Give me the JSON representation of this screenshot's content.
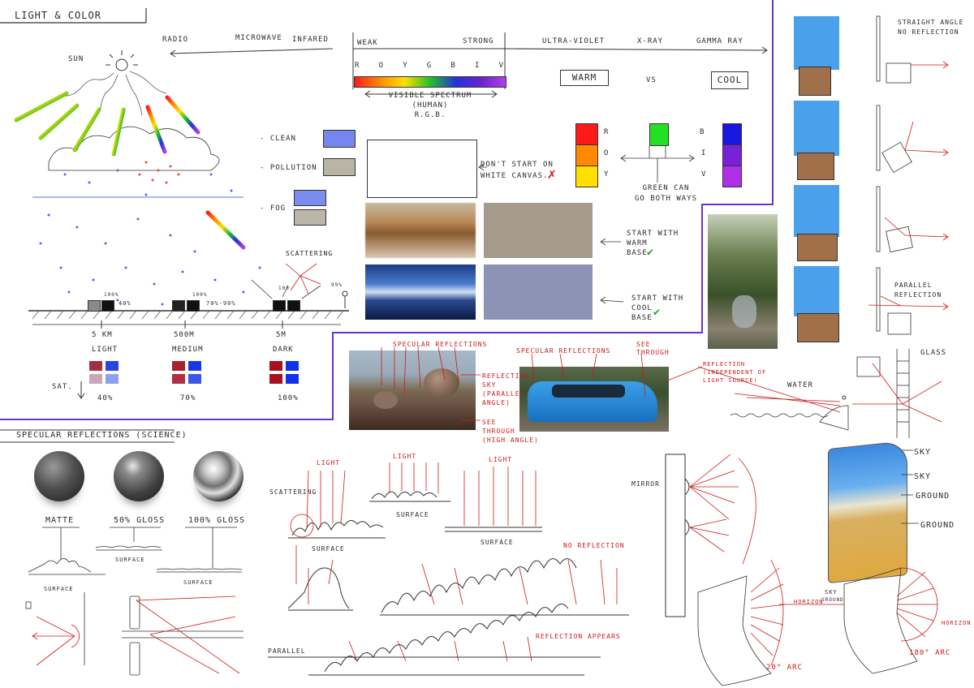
{
  "sections": {
    "light_color": "LIGHT & COLOR",
    "specular": "SPECULAR REFLECTIONS (SCIENCE)"
  },
  "spectrum": {
    "left": [
      "RADIO",
      "MICROWAVE",
      "INFARED"
    ],
    "weak": "WEAK",
    "strong": "STRONG",
    "letters": [
      "R",
      "O",
      "Y",
      "G",
      "B",
      "I",
      "V"
    ],
    "right": [
      "ULTRA-VIOLET",
      "X-RAY",
      "GAMMA RAY"
    ],
    "visible_1": "VISIBLE SPECTRUM",
    "visible_2": "(HUMAN)",
    "visible_3": "R.G.B.",
    "warm": "WARM",
    "vs": "VS",
    "cool": "COOL",
    "colors": [
      "#ff1a1a",
      "#ff8c00",
      "#ffe000",
      "#22c02a",
      "#2233dd",
      "#6a20d0",
      "#b040e8"
    ]
  },
  "atmosphere": {
    "sun": "SUN",
    "scattering": "SCATTERING",
    "distances": [
      "5 KM",
      "500M",
      "5M"
    ],
    "light": "LIGHT",
    "medium": "MEDIUM",
    "dark": "DARK",
    "sat": "SAT.",
    "sat_values": [
      "40%",
      "70%",
      "100%"
    ],
    "value_labels": [
      "100%",
      "40%",
      "100%",
      "70%-90%",
      "100",
      "99%"
    ]
  },
  "canvas_notes": {
    "clean": "- CLEAN",
    "pollution": "- POLLUTION",
    "fog": "- FOG",
    "dont_start_1": "DON'T START ON",
    "dont_start_2": "WHITE CANVAS.",
    "warm_base_1": "START WITH",
    "warm_base_2": "WARM",
    "warm_base_3": "BASE",
    "cool_base_1": "START WITH",
    "cool_base_2": "COOL",
    "cool_base_3": "BASE",
    "green_1": "GREEN CAN",
    "green_2": "GO BOTH WAYS",
    "rgb_left": [
      "R",
      "O",
      "Y"
    ],
    "rgb_right": [
      "B",
      "I",
      "V"
    ]
  },
  "photo_notes": {
    "spec1": "SPECULAR REFLECTIONS",
    "reflecting_1": "REFLECTING",
    "reflecting_2": "SKY",
    "reflecting_3": "(PARALLEL",
    "reflecting_4": "ANGLE)",
    "see_through_1": "SEE",
    "see_through_2": "THROUGH",
    "see_through_3": "(HIGH ANGLE)",
    "spec2": "SPECULAR REFLECTIONS",
    "see2_1": "SEE",
    "see2_2": "THROUGH",
    "refl_1": "REFLECTION",
    "refl_2": "(INDEPENDENT OF",
    "refl_3": "LIGHT SOURCE)",
    "water": "WATER",
    "glass": "GLASS"
  },
  "angles": {
    "straight_1": "STRAIGHT ANGLE",
    "straight_2": "NO REFLECTION",
    "parallel_1": "PARALLEL",
    "parallel_2": "REFLECTION"
  },
  "spheres": {
    "matte": "MATTE",
    "gloss50": "50% GLOSS",
    "gloss100": "100% GLOSS",
    "surface": "SURFACE"
  },
  "surfaces": {
    "light": "LIGHT",
    "scattering": "SCATTERING",
    "surface": "SURFACE",
    "no_reflection": "NO REFLECTION",
    "reflection_appears": "REFLECTION APPEARS",
    "parallel": "PARALLEL",
    "mirror": "MIRROR"
  },
  "chrome": {
    "sky": "SKY",
    "ground": "GROUND",
    "horizon": "HORIZON",
    "arc20": "20° ARC",
    "arc180": "180° ARC"
  }
}
